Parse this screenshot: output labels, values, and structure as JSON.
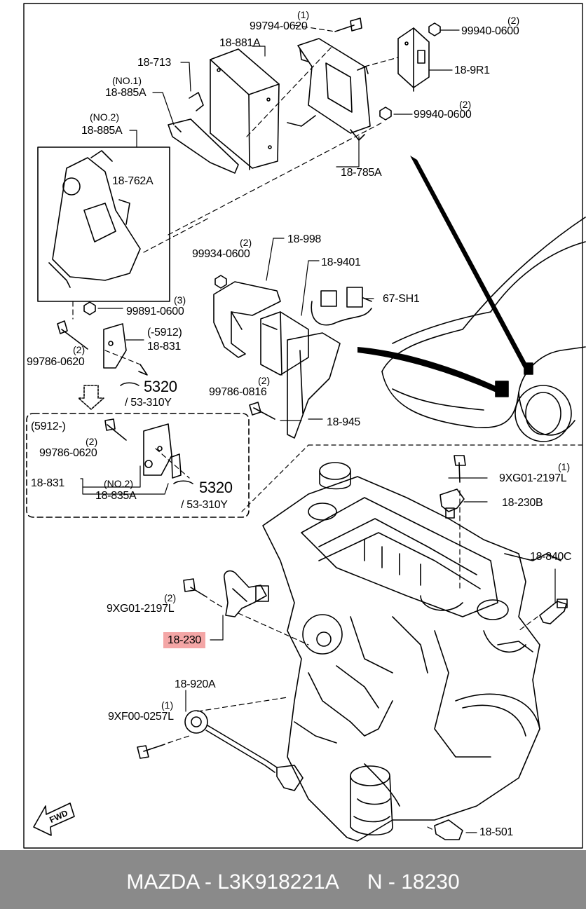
{
  "diagram": {
    "labels": [
      {
        "id": "99794-0620",
        "text": "99794-0620"
      },
      {
        "id": "99794-0620-qty",
        "text": "(1)"
      },
      {
        "id": "18-881a",
        "text": "18-881A"
      },
      {
        "id": "99940-0600-a",
        "text": "99940-0600"
      },
      {
        "id": "99940-0600-a-qty",
        "text": "(2)"
      },
      {
        "id": "18-9r1",
        "text": "18-9R1"
      },
      {
        "id": "18-713",
        "text": "18-713"
      },
      {
        "id": "no1",
        "text": "(NO.1)"
      },
      {
        "id": "18-885a-1",
        "text": "18-885A"
      },
      {
        "id": "99940-0600-b",
        "text": "99940-0600"
      },
      {
        "id": "99940-0600-b-qty",
        "text": "(2)"
      },
      {
        "id": "no2-a",
        "text": "(NO.2)"
      },
      {
        "id": "18-885a-2",
        "text": "18-885A"
      },
      {
        "id": "18-762a",
        "text": "18-762A"
      },
      {
        "id": "18-785a",
        "text": "18-785A"
      },
      {
        "id": "99934-0600",
        "text": "99934-0600"
      },
      {
        "id": "99934-0600-qty",
        "text": "(2)"
      },
      {
        "id": "18-998",
        "text": "18-998"
      },
      {
        "id": "18-9401",
        "text": "18-9401"
      },
      {
        "id": "67-sh1",
        "text": "67-SH1"
      },
      {
        "id": "99891-0600",
        "text": "99891-0600"
      },
      {
        "id": "99891-0600-qty",
        "text": "(3)"
      },
      {
        "id": "minus5912",
        "text": "(-5912)"
      },
      {
        "id": "18-831-a",
        "text": "18-831"
      },
      {
        "id": "99786-0620-a",
        "text": "99786-0620"
      },
      {
        "id": "99786-0620-a-qty",
        "text": "(2)"
      },
      {
        "id": "5320-a",
        "text": "5320"
      },
      {
        "id": "53-310y-a",
        "text": "/ 53-310Y"
      },
      {
        "id": "99786-0816",
        "text": "99786-0816"
      },
      {
        "id": "99786-0816-qty",
        "text": "(2)"
      },
      {
        "id": "18-945",
        "text": "18-945"
      },
      {
        "id": "5912minus",
        "text": "(5912-)"
      },
      {
        "id": "99786-0620-b",
        "text": "99786-0620"
      },
      {
        "id": "99786-0620-b-qty",
        "text": "(2)"
      },
      {
        "id": "18-831-b",
        "text": "18-831"
      },
      {
        "id": "no2-b",
        "text": "(NO.2)"
      },
      {
        "id": "18-835a",
        "text": "18-835A"
      },
      {
        "id": "5320-b",
        "text": "5320"
      },
      {
        "id": "53-310y-b",
        "text": "/ 53-310Y"
      },
      {
        "id": "9xg01-2197l-a",
        "text": "9XG01-2197L"
      },
      {
        "id": "9xg01-2197l-a-qty",
        "text": "(1)"
      },
      {
        "id": "18-230b",
        "text": "18-230B"
      },
      {
        "id": "18-840c",
        "text": "18-840C"
      },
      {
        "id": "9xg01-2197l-b",
        "text": "9XG01-2197L"
      },
      {
        "id": "9xg01-2197l-b-qty",
        "text": "(2)"
      },
      {
        "id": "18-230",
        "text": "18-230"
      },
      {
        "id": "18-920a",
        "text": "18-920A"
      },
      {
        "id": "9xf00-0257l",
        "text": "9XF00-0257L"
      },
      {
        "id": "9xf00-0257l-qty",
        "text": "(1)"
      },
      {
        "id": "18-501",
        "text": "18-501"
      },
      {
        "id": "fwd",
        "text": "FWD"
      }
    ],
    "highlight_color": "#f4a6a6"
  },
  "footer": {
    "text": "MAZDA - L3K918221A     N - 18230",
    "background": "#8a8a8a",
    "color": "#ffffff"
  }
}
